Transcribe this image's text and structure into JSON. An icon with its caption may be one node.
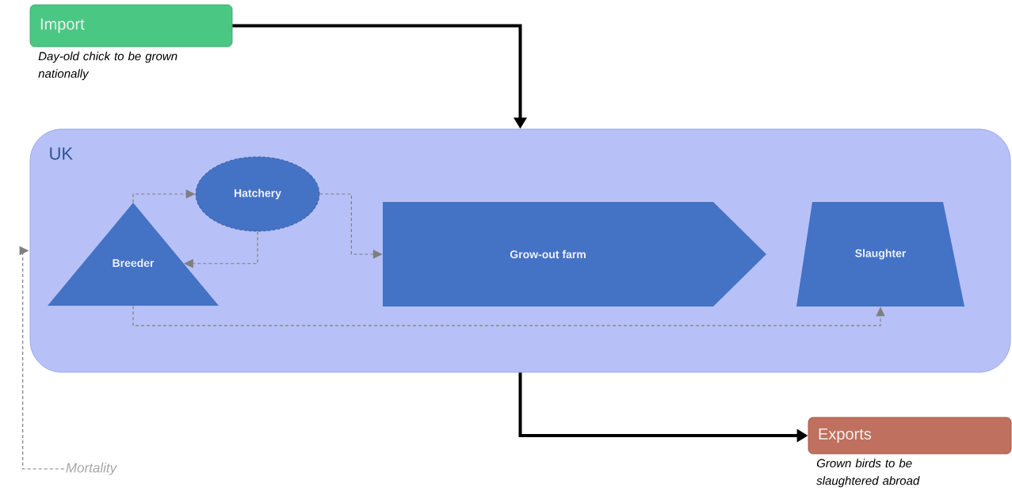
{
  "diagram": {
    "nodes": [
      {
        "text": [
          "Import"
        ],
        "beside": [
          "Day-old chick to be grown nationally"
        ]
      },
      {
        "text": [
          "UK"
        ]
      },
      {
        "text": [
          "Hatchery"
        ],
        "in": 1
      },
      {
        "text": [
          "Breeder"
        ],
        "in": 1
      },
      {
        "text": [
          "Grow-out farm"
        ],
        "in": 1
      },
      {
        "text": [
          "Slaughter"
        ],
        "in": 1
      },
      {
        "text": [
          "Exports"
        ],
        "beside": [
          "Grown birds to be slaughtered abroad"
        ]
      },
      {
        "text": [
          "Mortality"
        ]
      }
    ],
    "edges": [
      {
        "from": 0,
        "to": 1,
        "arrow": "to",
        "style": "thick",
        "color": "#000000"
      },
      {
        "from": 3,
        "to": 2,
        "arrow": "to",
        "style": "dashed"
      },
      {
        "from": 2,
        "to": 3,
        "arrow": "to",
        "style": "dashed"
      },
      {
        "from": 2,
        "to": 4,
        "arrow": "to",
        "style": "dashed"
      },
      {
        "from": 3,
        "to": 5,
        "arrow": "to",
        "style": "dashed"
      },
      {
        "from": 1,
        "to": 6,
        "arrow": "to",
        "style": "thick",
        "color": "#000000"
      },
      {
        "from": 7,
        "to": 1,
        "arrow": "to",
        "style": "dashed"
      }
    ]
  }
}
